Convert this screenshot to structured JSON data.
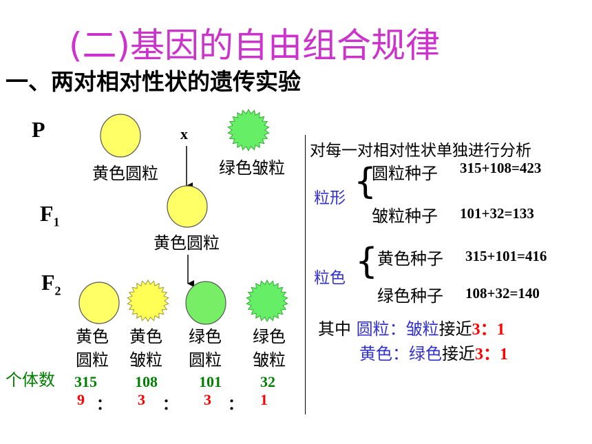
{
  "title": "(二)基因的自由组合规律",
  "subtitle": "一、两对相对性状的遗传实验",
  "generations": {
    "p": "P",
    "f1": "F",
    "f1_sub": "1",
    "f2": "F",
    "f2_sub": "2"
  },
  "cross_symbol": "x",
  "parents": {
    "left_label": "黄色圆粒",
    "right_label": "绿色皱粒"
  },
  "f1_label": "黄色圆粒",
  "f2_labels": [
    {
      "color": "黄色",
      "shape": "圆粒"
    },
    {
      "color": "黄色",
      "shape": "皱粒"
    },
    {
      "color": "绿色",
      "shape": "圆粒"
    },
    {
      "color": "绿色",
      "shape": "皱粒"
    }
  ],
  "count_label": "个体数",
  "counts": [
    "315",
    "108",
    "101",
    "32"
  ],
  "ratios": [
    "9",
    "3",
    "3",
    "1"
  ],
  "ratio_sep": "：",
  "analysis": {
    "heading": "对每一对相对性状单独进行分析",
    "shape_label": "粒形",
    "round_label": "圆粒种子",
    "round_eq": "315+108=423",
    "wrinkled_label": "皱粒种子",
    "wrinkled_eq": "101+32=133",
    "color_label": "粒色",
    "yellow_label": "黄色种子",
    "yellow_eq": "315+101=416",
    "green_label": "绿色种子",
    "green_eq": "108+32=140"
  },
  "conclusion": {
    "prefix": "其中",
    "line1_a": "圆粒",
    "line1_b": "：",
    "line1_c": "皱粒",
    "line1_d": "接近",
    "line1_ratio": "3：1",
    "line2_a": "黄色",
    "line2_b": "：",
    "line2_c": "绿色",
    "line2_d": "接近",
    "line2_ratio": "3：1"
  },
  "colors": {
    "title": "#cc33cc",
    "yellow_pea": "#ffff66",
    "green_pea": "#66ee66",
    "count": "#008000",
    "ratio": "#ff0000",
    "term": "#3333cc"
  },
  "icons": [
    "yellow-round-pea-icon",
    "green-wrinkled-pea-icon",
    "yellow-wrinkled-pea-icon",
    "green-round-pea-icon"
  ]
}
